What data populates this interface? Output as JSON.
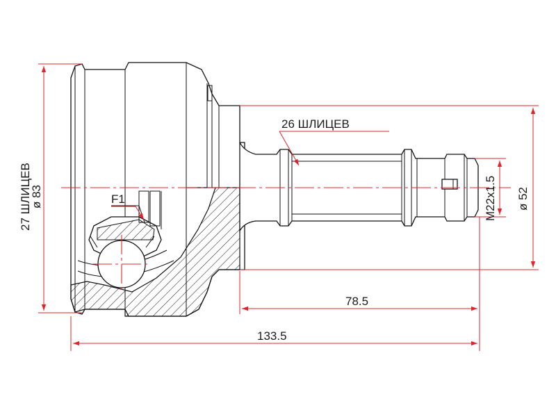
{
  "labels": {
    "outer_splines": "27 ШЛИЦЕВ",
    "outer_diameter": "ø 83",
    "inner_splines": "26 ШЛИЦЕВ",
    "thread": "M22x1.5",
    "shaft_diameter": "ø 52",
    "length_shaft": "78.5",
    "length_total": "133.5",
    "flange_mark": "F1"
  },
  "colors": {
    "dimension": "#e0242b",
    "outline": "#111111",
    "background": "#ffffff"
  }
}
